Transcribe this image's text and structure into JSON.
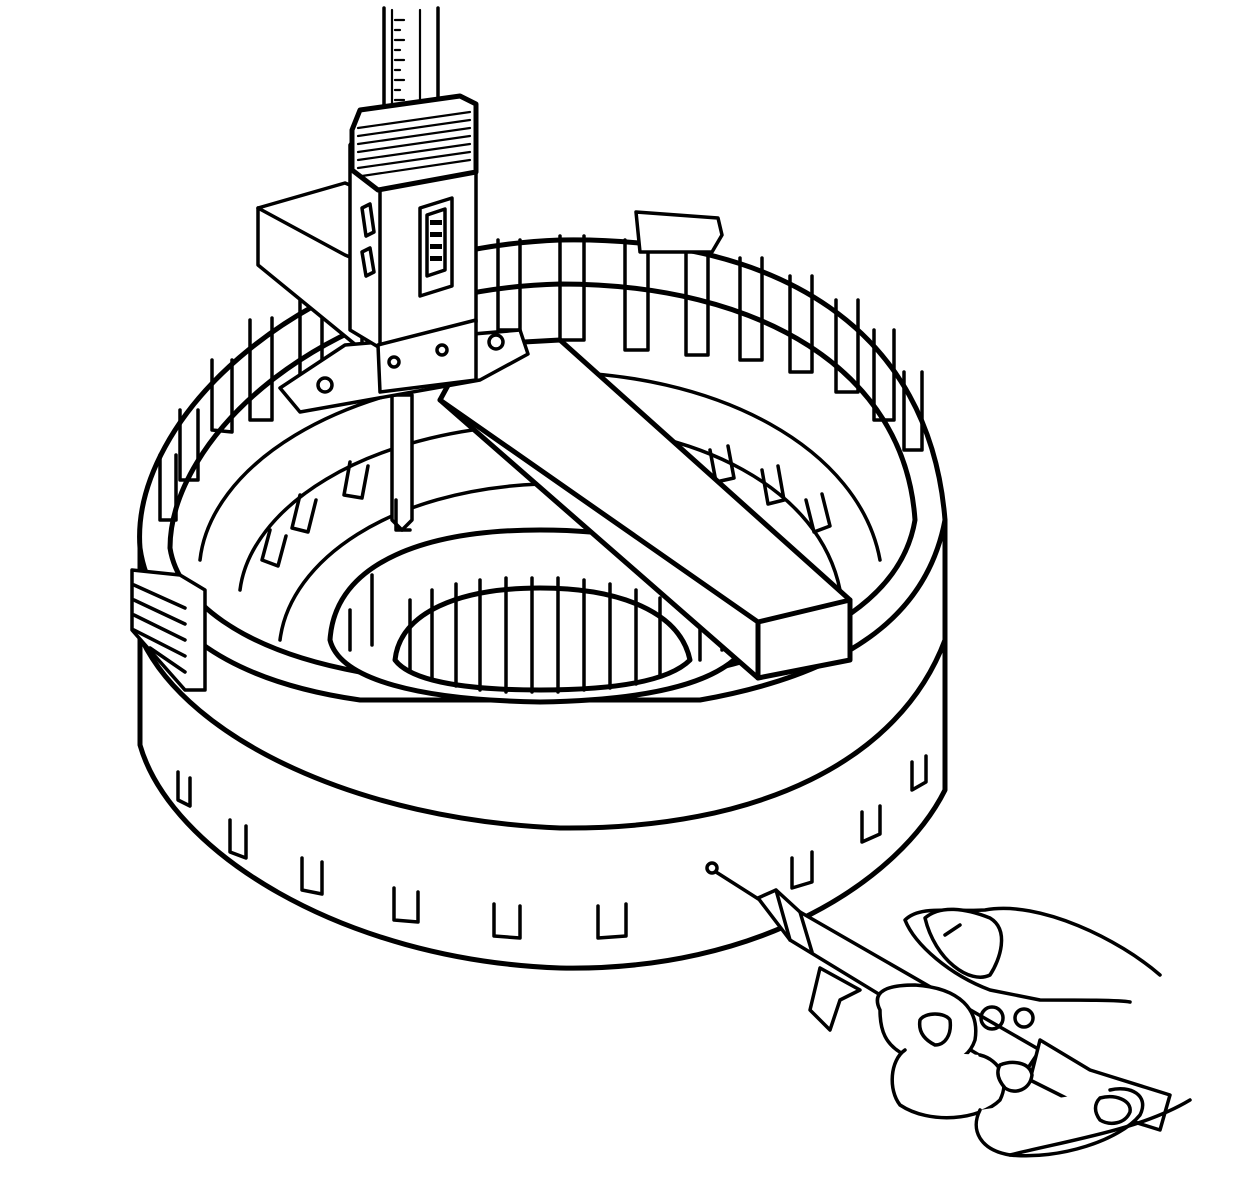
{
  "figure": {
    "colors": {
      "line": "#000000",
      "background": "#ffffff"
    },
    "parts": [
      {
        "id": "clutch-housing",
        "icon": "clutch-housing-drum"
      },
      {
        "id": "depth-gauge",
        "icon": "digital-depth-caliper"
      },
      {
        "id": "straight-edge",
        "icon": "straight-edge-bar"
      },
      {
        "id": "air-nozzle",
        "icon": "air-blow-gun"
      },
      {
        "id": "hand",
        "icon": "hand"
      }
    ]
  }
}
